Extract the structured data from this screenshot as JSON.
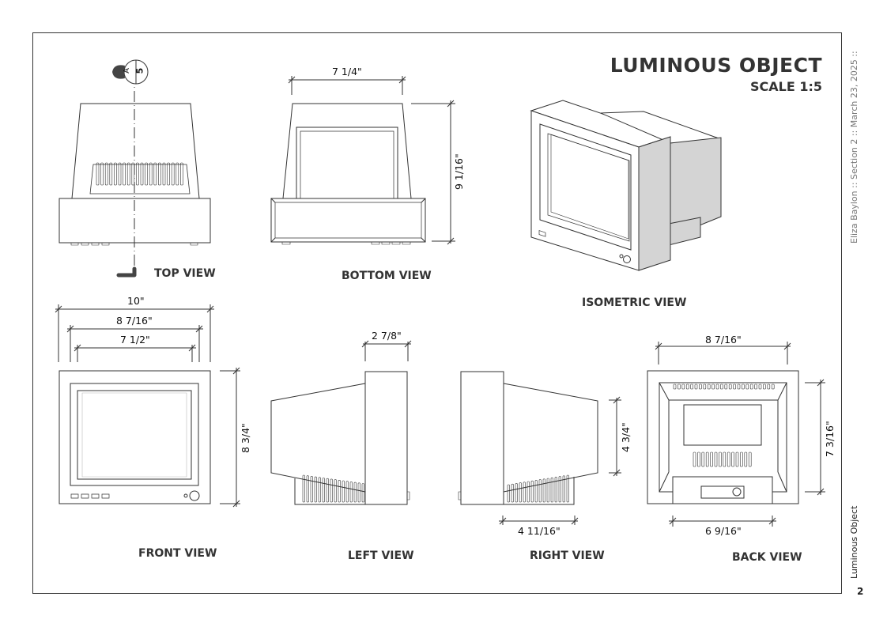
{
  "sheet": {
    "title": "LUMINOUS OBJECT",
    "scale": "SCALE 1:5",
    "side_meta": "Eliza Baylon  ::  Section 2  ::  March 23, 2025  ::",
    "side_title": "Luminous Object",
    "page_number": "2"
  },
  "section_marker": {
    "letter": "A",
    "number": "5"
  },
  "views": {
    "top": {
      "label": "TOP VIEW"
    },
    "bottom": {
      "label": "BOTTOM VIEW",
      "dims": {
        "width": "7 1/4\"",
        "height": "9 1/16\""
      }
    },
    "isometric": {
      "label": "ISOMETRIC VIEW"
    },
    "front": {
      "label": "FRONT VIEW",
      "dims": {
        "overall_width": "10\"",
        "bezel_width": "8 7/16\"",
        "screen_width": "7 1/2\"",
        "height": "8 3/4\""
      }
    },
    "left": {
      "label": "LEFT VIEW",
      "dims": {
        "depth": "2 7/8\""
      }
    },
    "right": {
      "label": "RIGHT VIEW",
      "dims": {
        "height": "4 3/4\"",
        "depth": "4 11/16\""
      }
    },
    "back": {
      "label": "BACK VIEW",
      "dims": {
        "width": "8 7/16\"",
        "height": "7 3/16\"",
        "base_width": "6 9/16\""
      }
    }
  },
  "colors": {
    "line": "#333333",
    "shade": "#d4d4d4"
  }
}
